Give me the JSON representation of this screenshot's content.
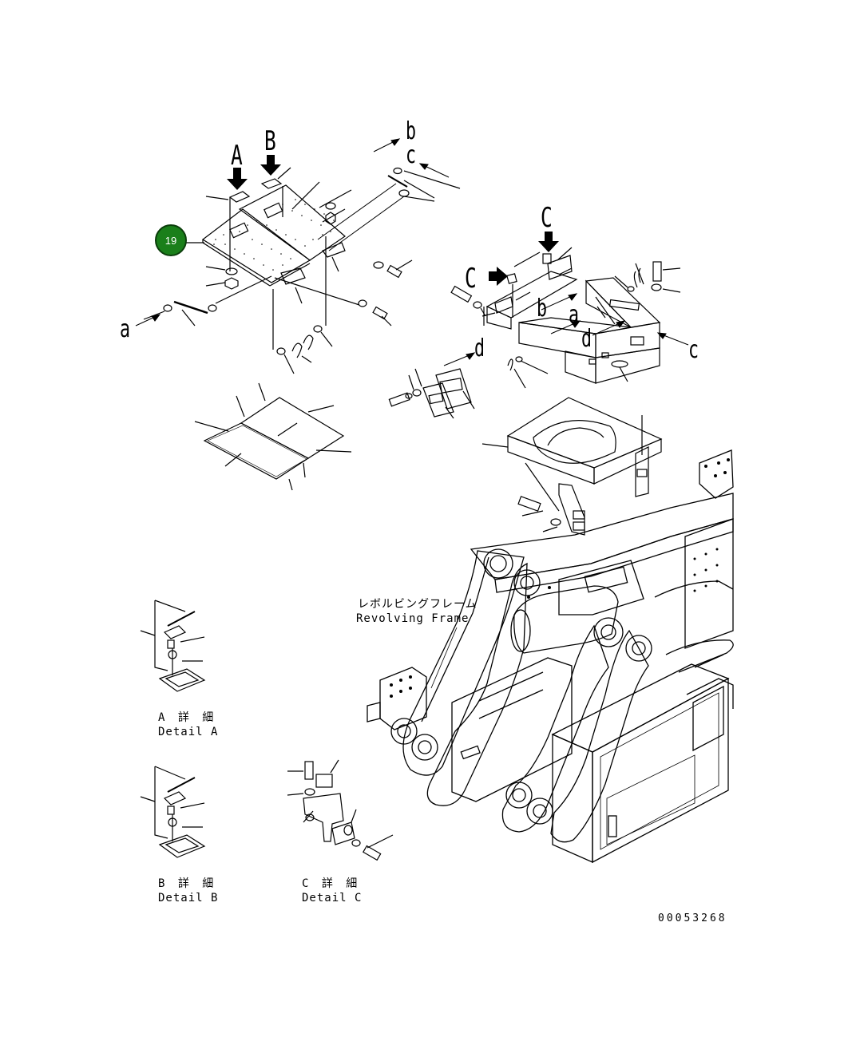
{
  "callout": {
    "number": "19",
    "color": "#1a7f1a"
  },
  "view_labels": {
    "A": "A",
    "B": "B",
    "C": "C",
    "C_side": "C"
  },
  "ref_letters": {
    "a_left": "a",
    "b_top": "b",
    "c_top": "c",
    "b_right": "b",
    "a_right": "a",
    "d_right": "d",
    "c_right": "c",
    "d_mid": "d"
  },
  "frame_label": {
    "jp": "レボルビングフレーム",
    "en": "Revolving Frame"
  },
  "details": {
    "A": {
      "jp": "A 詳 細",
      "en": "Detail A"
    },
    "B": {
      "jp": "B 詳 細",
      "en": "Detail B"
    },
    "C": {
      "jp": "C 詳 細",
      "en": "Detail C"
    }
  },
  "drawing_code": "00053268"
}
